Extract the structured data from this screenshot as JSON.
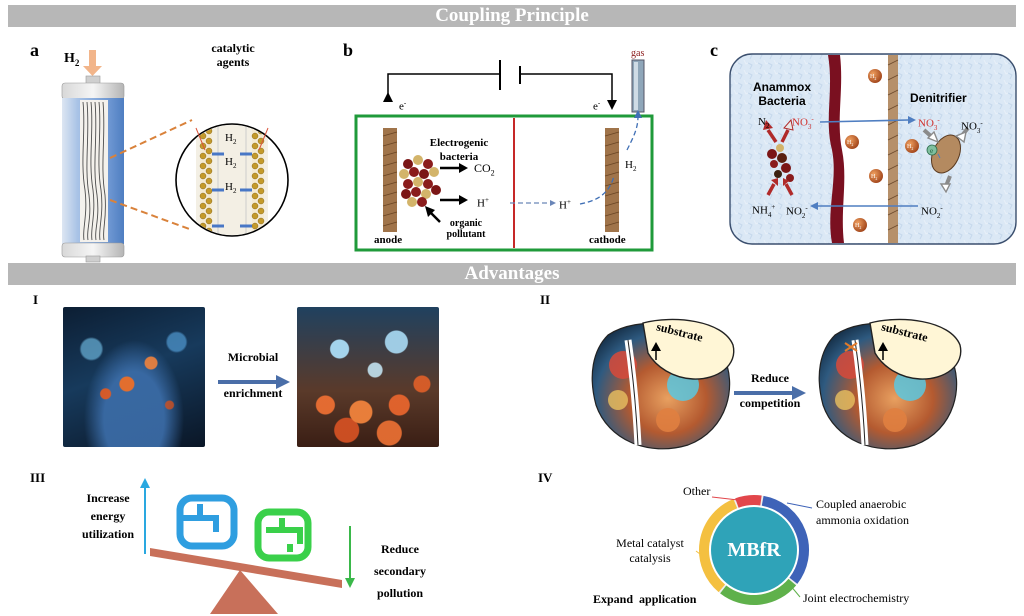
{
  "headers": {
    "coupling": "Coupling Principle",
    "advantages": "Advantages"
  },
  "panel_a": {
    "letter": "a",
    "h2_main": "H",
    "h2_sub": "2",
    "catalytic_line1": "catalytic",
    "catalytic_line2": "agents",
    "h_main": "H",
    "h_sub": "2"
  },
  "panel_b": {
    "letter": "b",
    "electron": "e",
    "electron_sup": "-",
    "gas": "gas",
    "electrogenic_line1": "Electrogenic",
    "electrogenic_line2": "bacteria",
    "co2_main": "CO",
    "co2_sub": "2",
    "hplus_main": "H",
    "hplus_sup": "+",
    "h2_main": "H",
    "h2_sub": "2",
    "organic_line1": "organic",
    "organic_line2": "pollutant",
    "anode": "anode",
    "cathode": "cathode"
  },
  "panel_c": {
    "letter": "c",
    "anammox_line1": "Anammox",
    "anammox_line2": "Bacteria",
    "denitrifier": "Denitrifier",
    "n2_main": "N",
    "n2_sub": "2",
    "no3_main": "NO",
    "no3_sub": "3",
    "no3_sup": "-",
    "no2_main": "NO",
    "no2_sub": "2",
    "no2_sup": "-",
    "nh4_main": "NH",
    "nh4_sub": "4",
    "nh4_sup": "+",
    "h2_main": "H",
    "h2_sub": "2",
    "e_label": "e"
  },
  "adv_I": {
    "roman": "I",
    "arrow_line1": "Microbial",
    "arrow_line2": "enrichment"
  },
  "adv_II": {
    "roman": "II",
    "substrate": "substrate",
    "arrow_line1": "Reduce",
    "arrow_line2": "competition"
  },
  "adv_III": {
    "roman": "III",
    "left_line1": "Increase",
    "left_line2": "energy",
    "left_line3": "utilization",
    "right_line1": "Reduce",
    "right_line2": "secondary",
    "right_line3": "pollution"
  },
  "adv_IV": {
    "roman": "IV",
    "center": "MBfR",
    "other": "Other",
    "coupled_line1": "Coupled anaerobic",
    "coupled_line2": "ammonia oxidation",
    "metal_line1": "Metal catalyst",
    "metal_line2": "catalysis",
    "joint": "Joint electrochemistry",
    "expand": "Expand  application",
    "ring_colors": [
      "#3e63b8",
      "#5fb14b",
      "#f4c040",
      "#e2464b"
    ]
  }
}
